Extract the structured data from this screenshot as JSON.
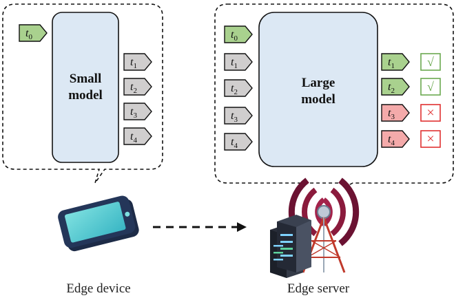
{
  "device": {
    "model_label_line1": "Small",
    "model_label_line2": "model",
    "input_token": {
      "base": "t",
      "sub": "0"
    },
    "output_tokens": [
      {
        "base": "t",
        "sub": "1"
      },
      {
        "base": "t",
        "sub": "2"
      },
      {
        "base": "t",
        "sub": "3"
      },
      {
        "base": "t",
        "sub": "4"
      }
    ],
    "caption": "Edge device"
  },
  "server": {
    "model_label_line1": "Large",
    "model_label_line2": "model",
    "input_tokens": [
      {
        "base": "t",
        "sub": "0",
        "state": "prompt"
      },
      {
        "base": "t",
        "sub": "1",
        "state": "draft"
      },
      {
        "base": "t",
        "sub": "2",
        "state": "draft"
      },
      {
        "base": "t",
        "sub": "3",
        "state": "draft"
      },
      {
        "base": "t",
        "sub": "4",
        "state": "draft"
      }
    ],
    "output_tokens": [
      {
        "base": "t",
        "sub": "1",
        "state": "accepted",
        "mark": "√"
      },
      {
        "base": "t",
        "sub": "2",
        "state": "accepted",
        "mark": "√"
      },
      {
        "base": "t",
        "sub": "3",
        "state": "rejected",
        "mark": "×"
      },
      {
        "base": "t",
        "sub": "4",
        "state": "rejected",
        "mark": "×"
      }
    ],
    "caption": "Edge server"
  },
  "colors": {
    "model_fill": "#dce8f4",
    "prompt_fill": "#a9d18e",
    "draft_fill": "#d0cece",
    "accepted_fill": "#a9d18e",
    "rejected_fill": "#f4aaaa",
    "accept_mark": "#6aa84f",
    "reject_mark": "#e03030"
  },
  "icons": {
    "phone": "smartphone-icon",
    "tower": "radio-tower-icon",
    "server": "server-rack-icon"
  }
}
